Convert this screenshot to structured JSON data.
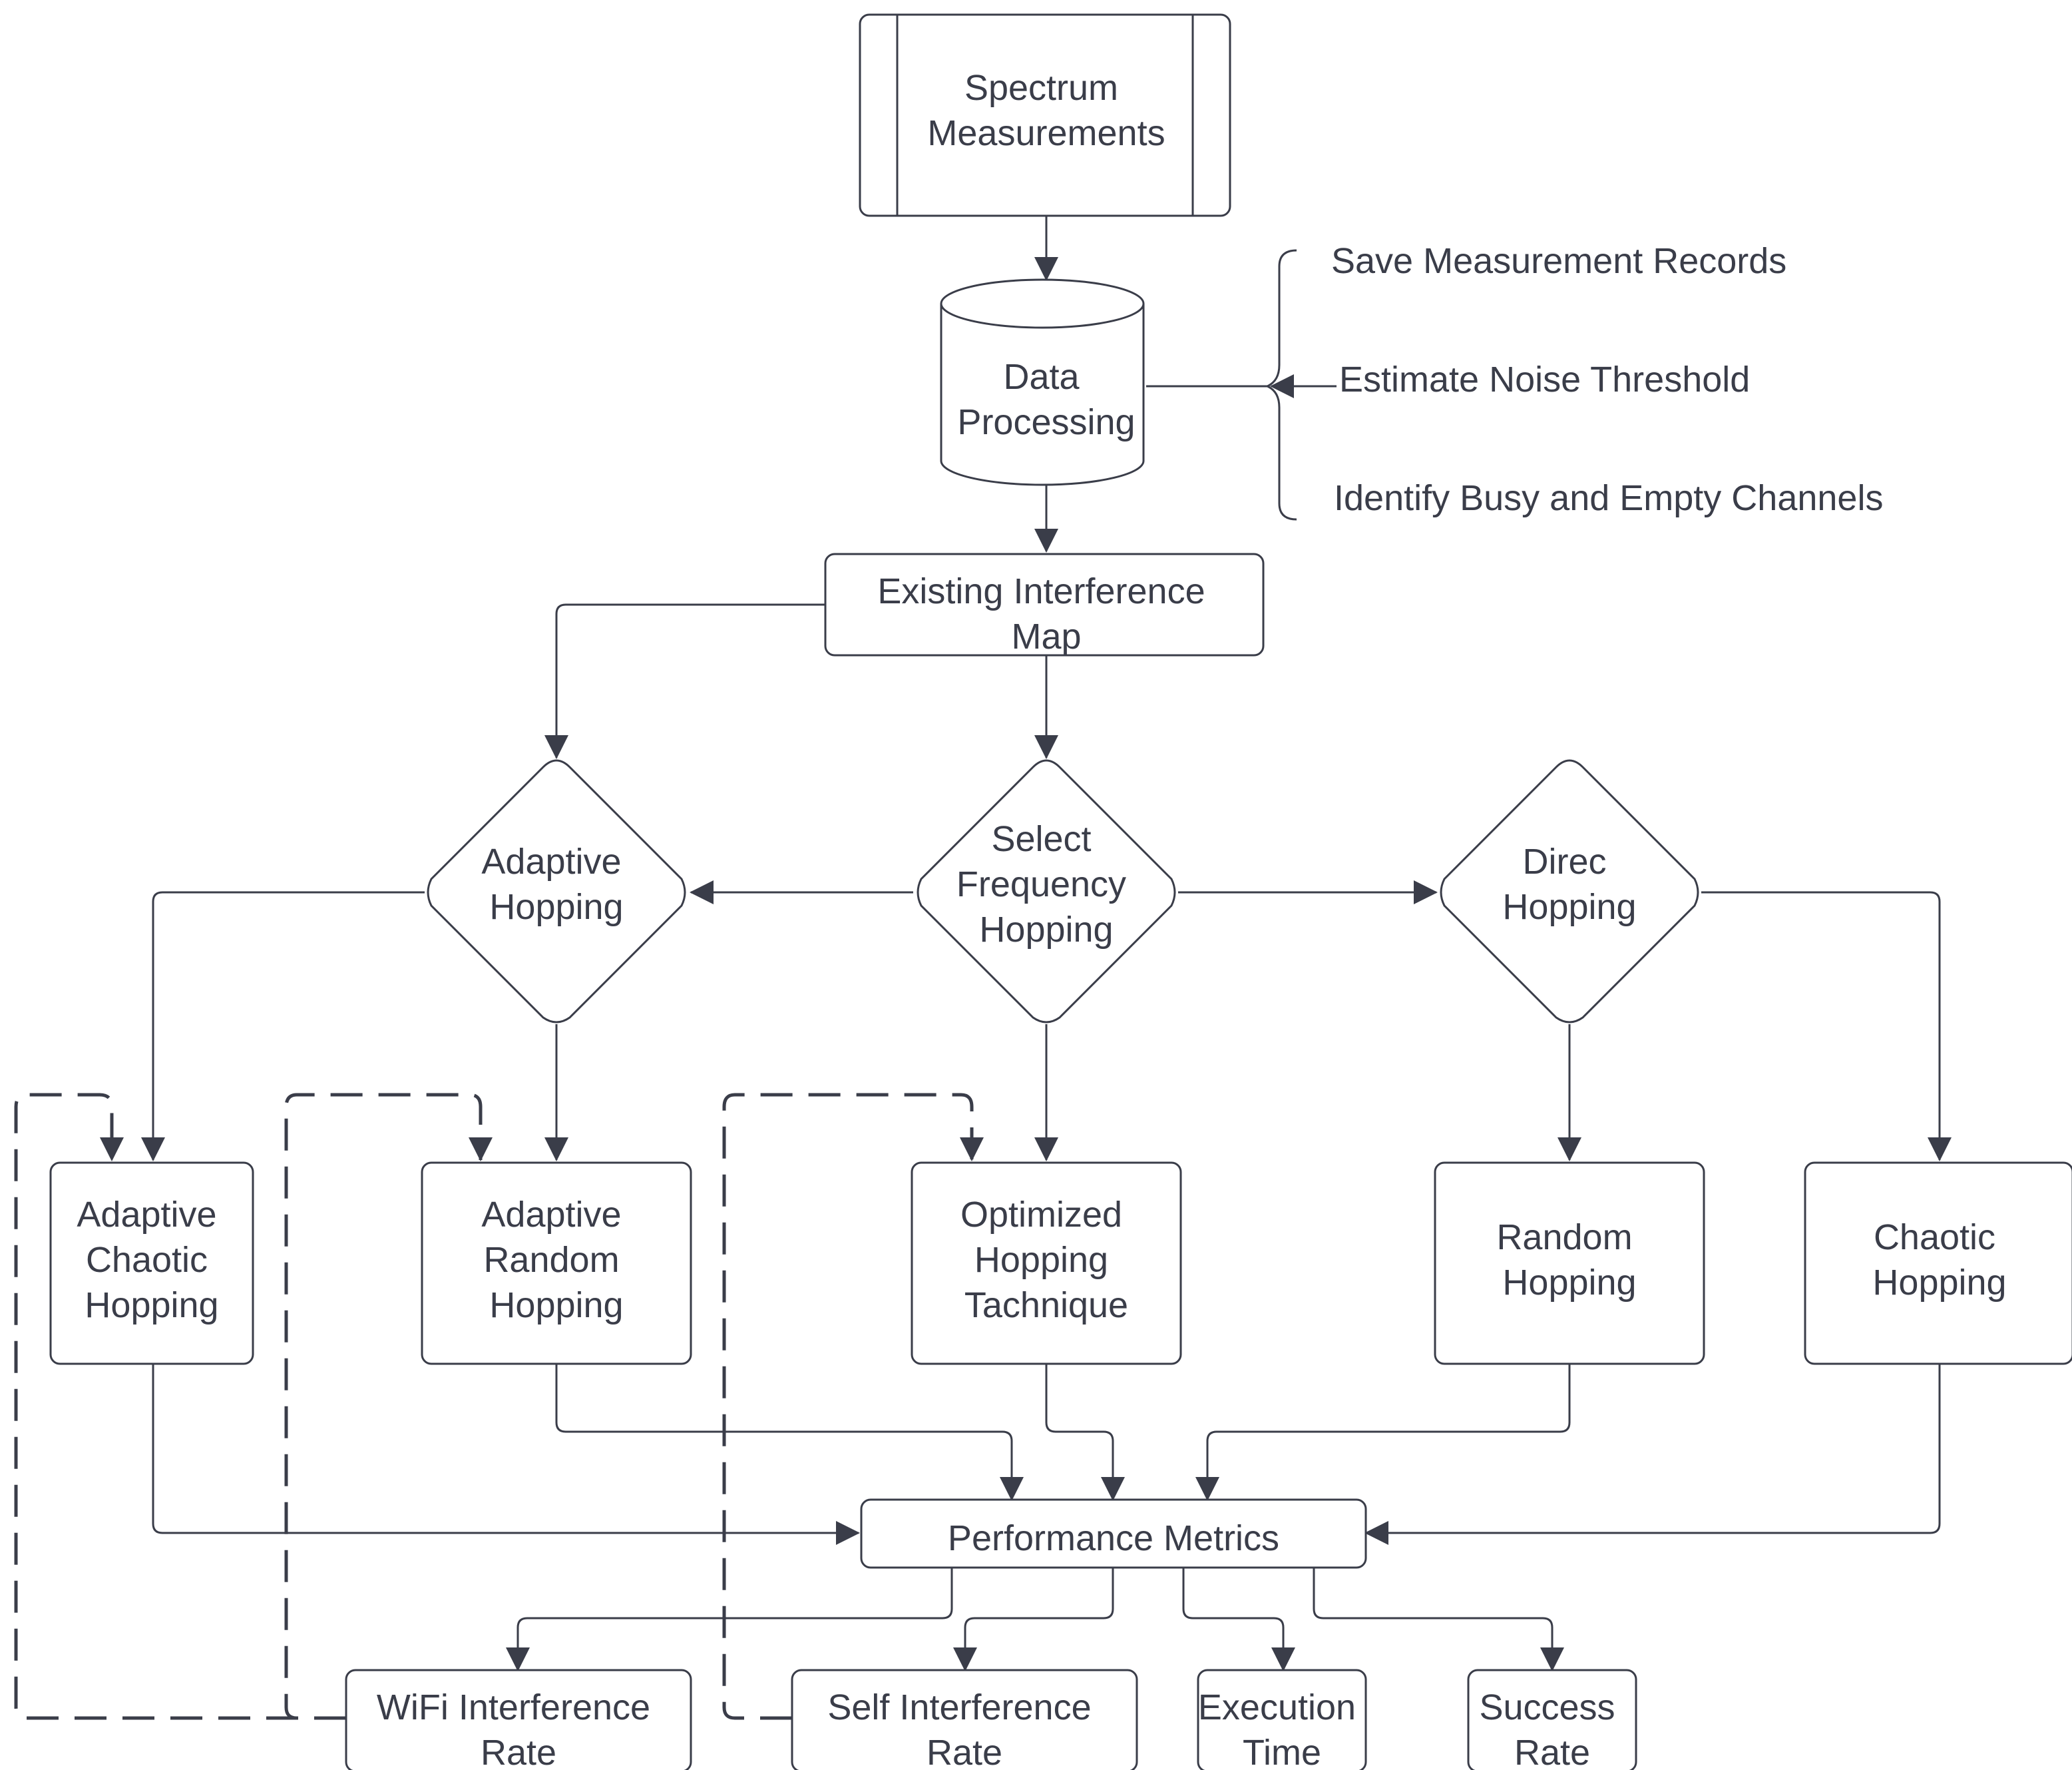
{
  "colors": {
    "stroke": "#3a3d49",
    "text": "#3a3d49",
    "background": "#ffffff"
  },
  "nodes": {
    "spectrum": [
      "Spectrum",
      "Measurements"
    ],
    "data_processing": [
      "Data",
      "Processing"
    ],
    "interference_map": [
      "Existing Interference",
      "Map"
    ],
    "adaptive_hopping": [
      "Adaptive",
      "Hopping"
    ],
    "select_hopping": [
      "Select",
      "Frequency",
      "Hopping"
    ],
    "direc_hopping": [
      "Direc",
      "Hopping"
    ],
    "adaptive_chaotic": [
      "Adaptive",
      "Chaotic",
      "Hopping"
    ],
    "adaptive_random": [
      "Adaptive",
      "Random",
      "Hopping"
    ],
    "optimized": [
      "Optimized",
      "Hopping",
      "Tachnique"
    ],
    "random_hopping": [
      "Random",
      "Hopping"
    ],
    "chaotic_hopping": [
      "Chaotic",
      "Hopping"
    ],
    "performance": [
      "Performance Metrics"
    ],
    "wifi_rate": [
      "WiFi Interference",
      "Rate"
    ],
    "self_rate": [
      "Self Interference",
      "Rate"
    ],
    "execution_time": [
      "Execution",
      "Time"
    ],
    "success_rate": [
      "Success",
      "Rate"
    ]
  },
  "notes": {
    "save_records": "Save Measurement Records",
    "noise_threshold": "Estimate Noise Threshold",
    "busy_empty": "Identify Busy and Empty Channels"
  }
}
